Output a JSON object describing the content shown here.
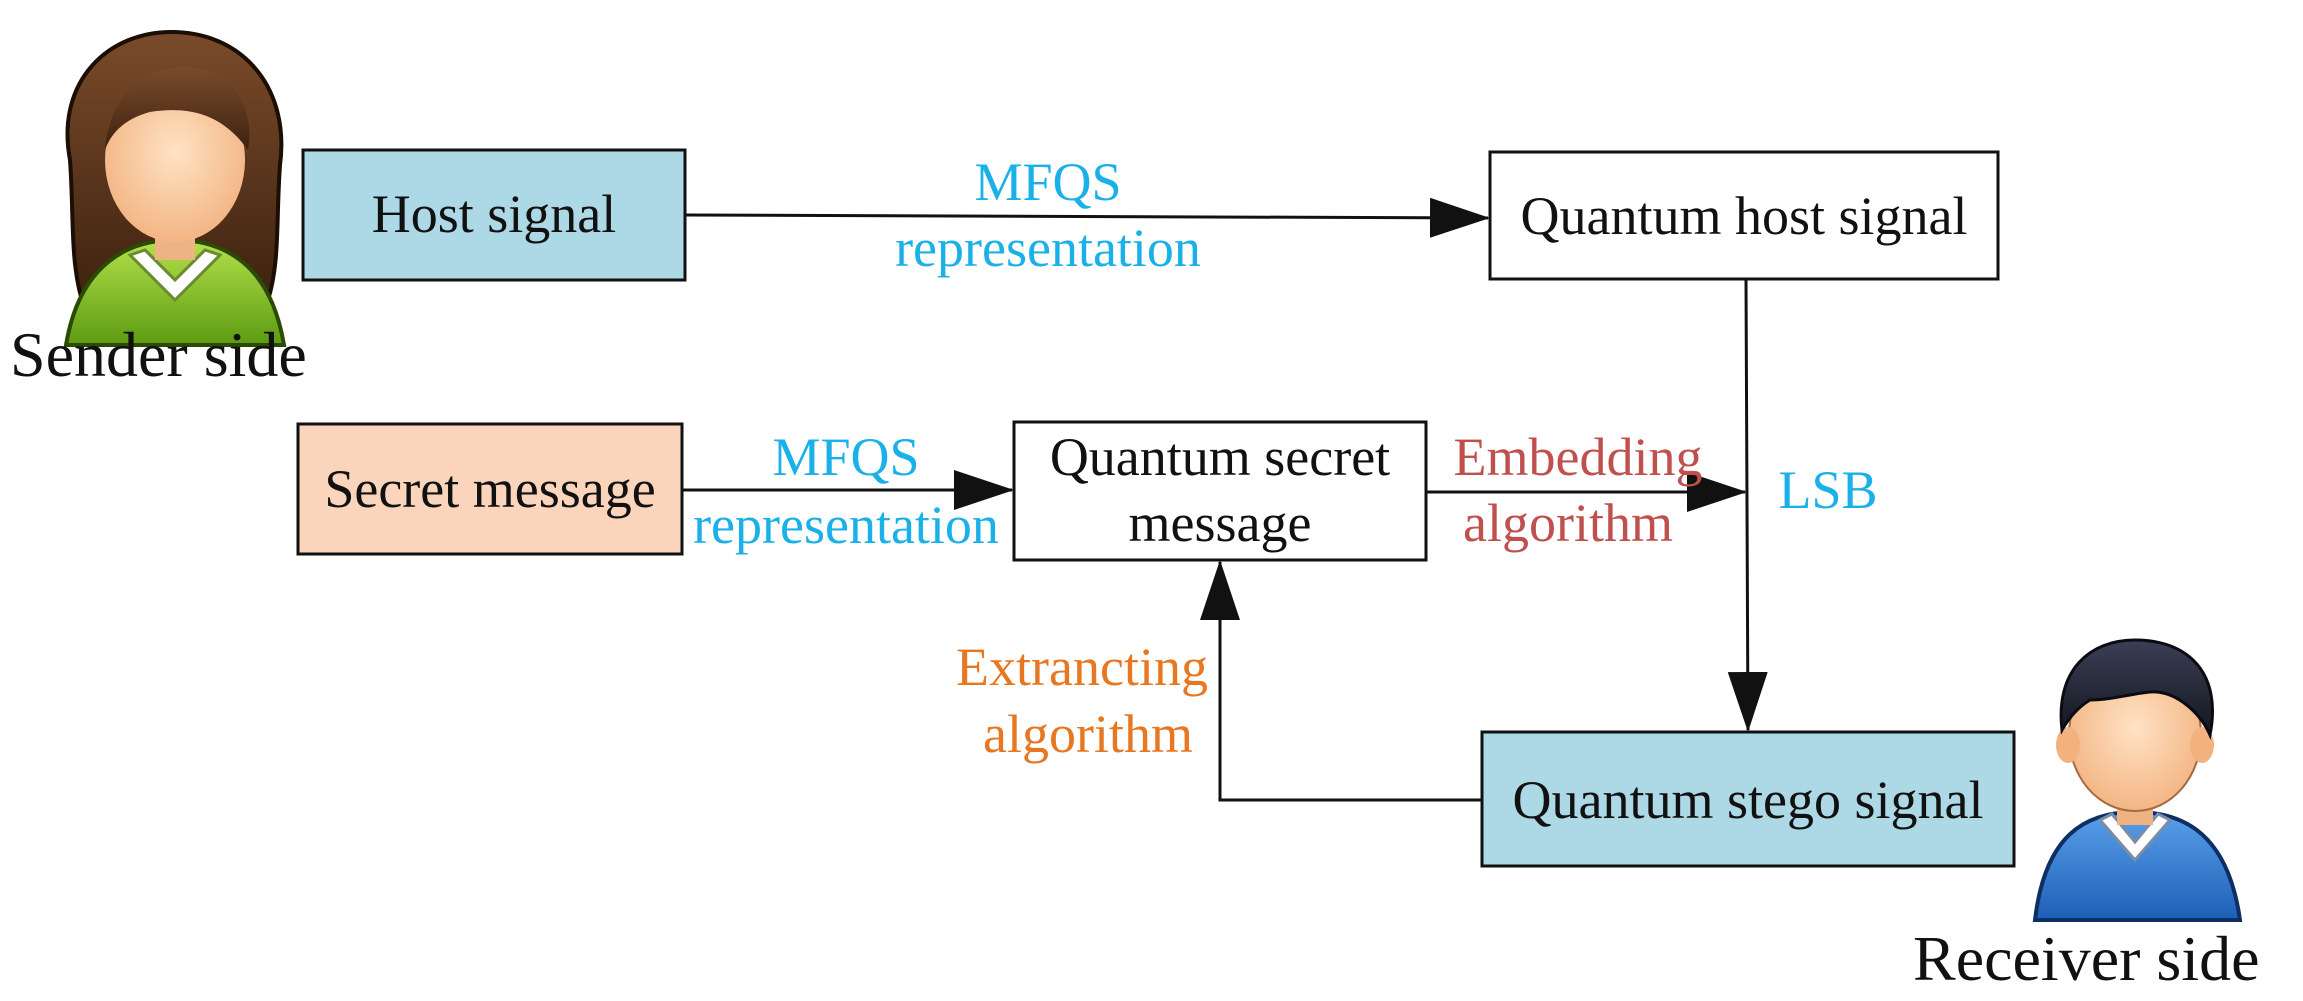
{
  "colors": {
    "blue_fill": "#add8e6",
    "peach_fill": "#fbd5bb",
    "white_fill": "#ffffff",
    "stroke": "#111111",
    "label_blue": "#1ab0e8",
    "label_red": "#c0504d",
    "label_orange": "#e87722"
  },
  "actors": {
    "sender": {
      "label": "Sender side",
      "icon": "female-user-icon"
    },
    "receiver": {
      "label": "Receiver side",
      "icon": "male-user-icon"
    }
  },
  "boxes": {
    "host_signal": "Host signal",
    "quantum_host_signal": "Quantum host signal",
    "secret_message": "Secret message",
    "quantum_secret_message": [
      "Quantum secret",
      "message"
    ],
    "quantum_stego_signal": "Quantum stego signal"
  },
  "edge_labels": {
    "mfqs_host": [
      "MFQS",
      "representation"
    ],
    "mfqs_secret": [
      "MFQS",
      "representation"
    ],
    "embedding": [
      "Embedding",
      "algorithm"
    ],
    "lsb": "LSB",
    "extracting": [
      "Extrancting",
      "algorithm"
    ]
  }
}
